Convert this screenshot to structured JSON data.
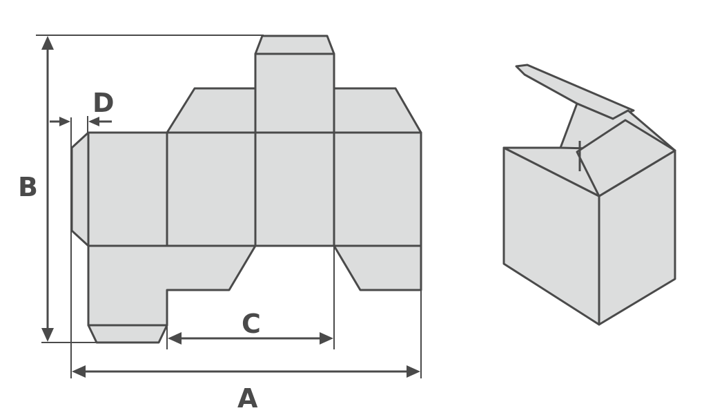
{
  "labels": {
    "a": "A",
    "b": "B",
    "c": "C",
    "d": "D"
  },
  "colors": {
    "panel_fill": "#dcdddd",
    "stroke": "#4a4a4a",
    "background": "#ffffff"
  }
}
